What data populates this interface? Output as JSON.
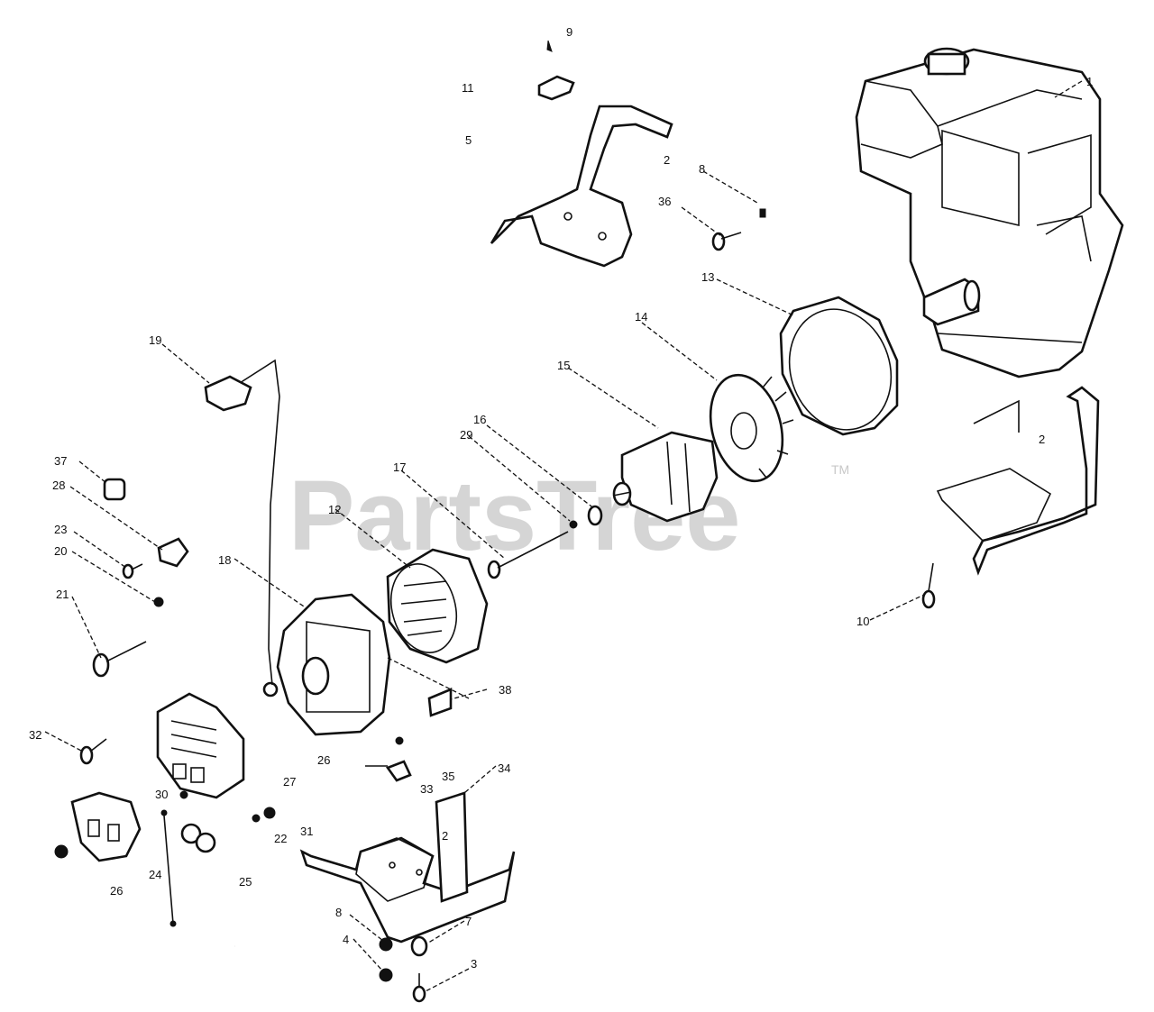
{
  "watermark": {
    "text": "PartsTree",
    "trademark": "TM"
  },
  "callouts": {
    "c1": "1",
    "c2a": "2",
    "c2b": "2",
    "c2c": "2",
    "c3": "3",
    "c4": "4",
    "c5": "5",
    "c7": "7",
    "c8a": "8",
    "c8b": "8",
    "c9": "9",
    "c10": "10",
    "c11": "11",
    "c12": "12",
    "c13": "13",
    "c14": "14",
    "c15": "15",
    "c16": "16",
    "c17": "17",
    "c18": "18",
    "c19": "19",
    "c20": "20",
    "c21": "21",
    "c22": "22",
    "c23": "23",
    "c24": "24",
    "c25": "25",
    "c26a": "26",
    "c26b": "26",
    "c27": "27",
    "c28": "28",
    "c29": "29",
    "c30": "30",
    "c31": "31",
    "c32": "32",
    "c33": "33",
    "c34": "34",
    "c35": "35",
    "c36": "36",
    "c37": "37",
    "c38": "38"
  }
}
